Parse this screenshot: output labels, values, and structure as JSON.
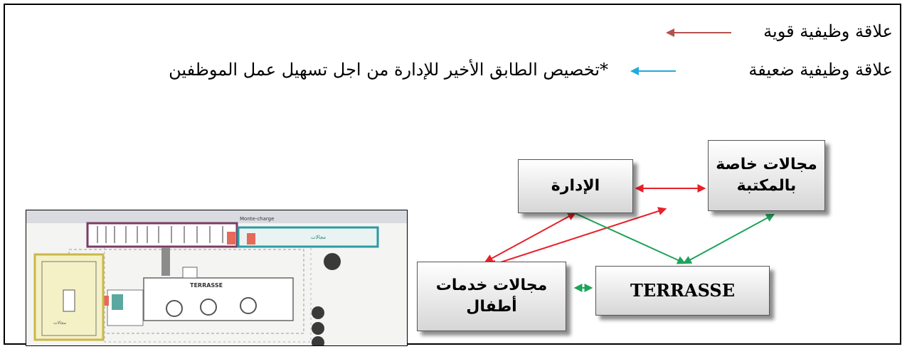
{
  "legend": {
    "strong": "علاقة وظيفية قوية",
    "weak": "علاقة وظيفية ضعيفة",
    "strong_color": "#b5514b",
    "weak_color": "#21a9e0"
  },
  "note": "*تخصيص الطابق الأخير للإدارة من اجل تسهيل عمل الموظفين",
  "boxes": {
    "idara": "الإدارة",
    "maktaba": "مجالات خاصة بالمكتبة",
    "terrasse": "TERRASSE",
    "atfal": "مجالات خدمات أطفال"
  },
  "relations": {
    "strong_color": "#e8202a",
    "weak_color": "#1ea35a"
  },
  "plan": {
    "terrasse_label": "TERRASSE",
    "monte_charge_label": "Monte-charge"
  }
}
